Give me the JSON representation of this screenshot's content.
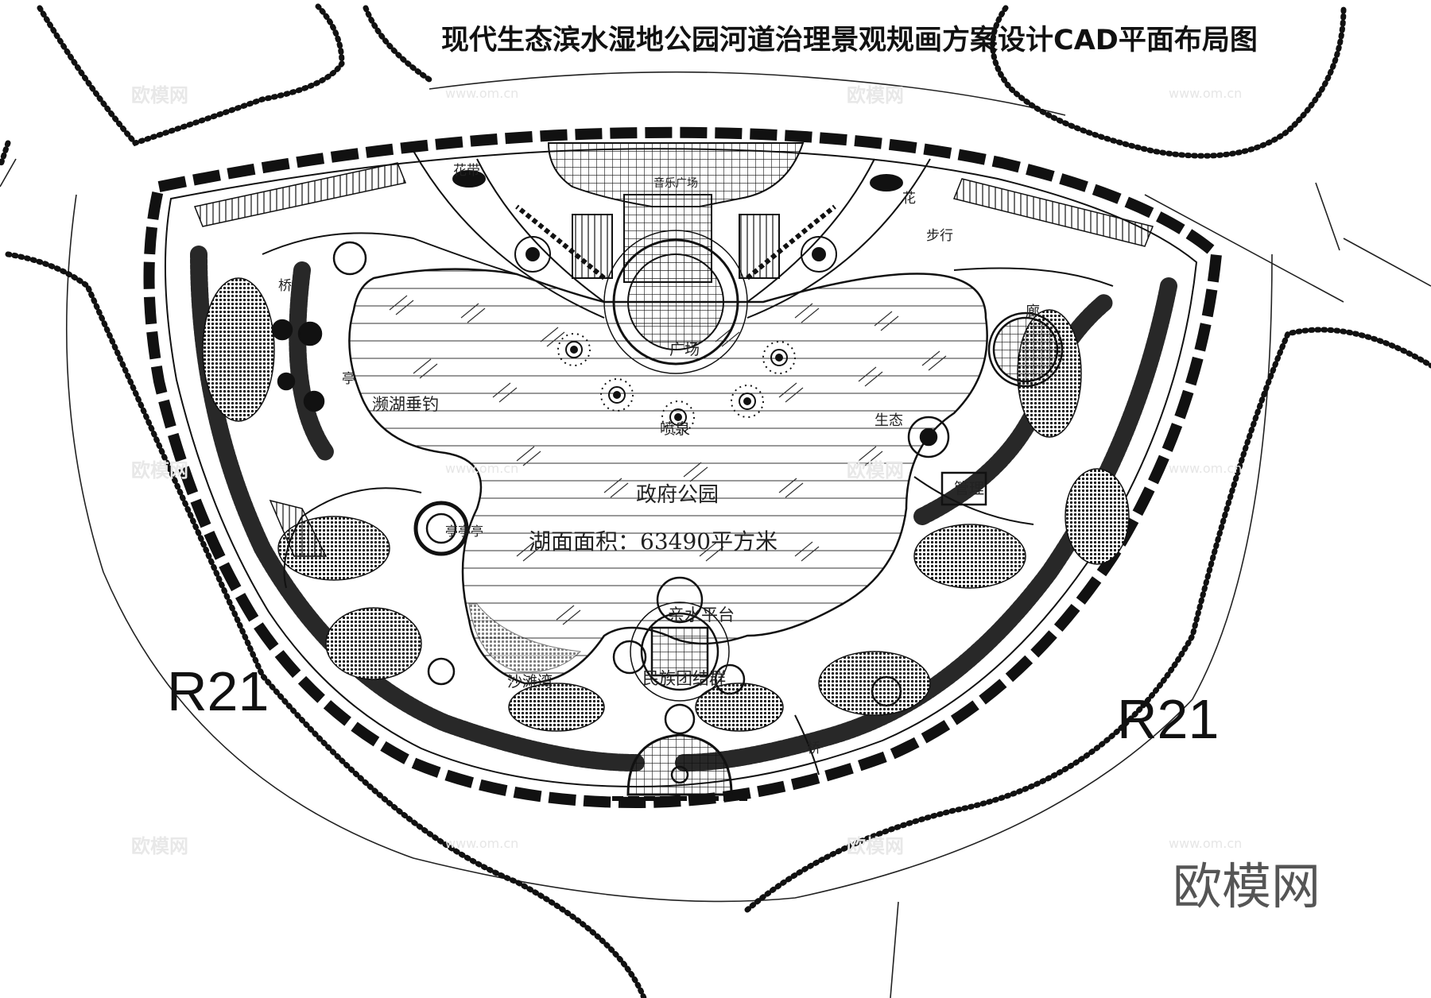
{
  "title": "现代生态滨水湿地公园河道治理景观规画方案设计CAD平面布局图",
  "roads": {
    "left": "R21",
    "right": "R21"
  },
  "watermark_logo": "欧模网",
  "watermark_url": "www.om.cn",
  "labels": {
    "park_name": "政府公园",
    "lake_area": "湖面面积：63490平方米",
    "fishing": "濒湖垂钓",
    "fountain": "喷泉",
    "plaza": "广场",
    "platform": "亲水平台",
    "ethnic": "民族团结群",
    "sand_bay": "沙滩湾",
    "bridge_left": "桥",
    "bridge_bottom": "桥",
    "pavilion_left": "亭",
    "pavilion_left2": "亭亭亭",
    "corridor": "廊",
    "eco": "生态",
    "management": "管理",
    "flower_bed_left": "花带",
    "flower_bed_right": "花",
    "walkway": "步行",
    "top_label": "音乐广场"
  },
  "colors": {
    "line": "#111111",
    "tree": "#111111",
    "watermark": "#e6e6e6"
  }
}
